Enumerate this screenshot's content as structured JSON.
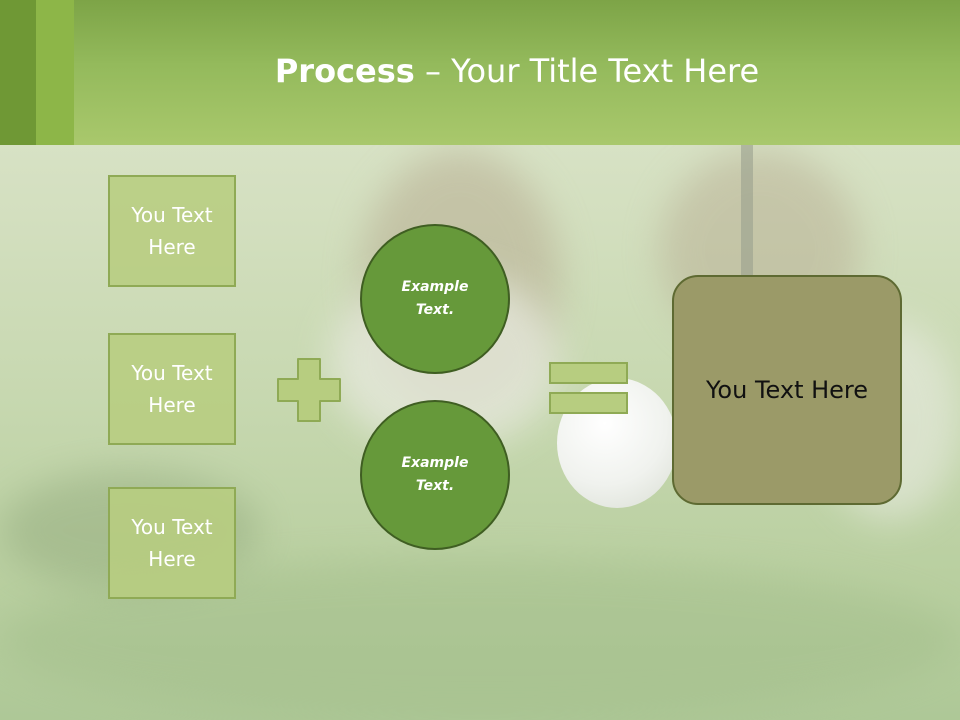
{
  "header": {
    "title_bold": "Process",
    "title_dash": " – ",
    "title_rest": "Your Title Text Here"
  },
  "left_boxes": [
    {
      "label": "You Text Here"
    },
    {
      "label": "You Text Here"
    },
    {
      "label": "You Text Here"
    }
  ],
  "circles": [
    {
      "label": "Example Text."
    },
    {
      "label": "Example Text."
    }
  ],
  "result": {
    "label": "You Text Here"
  },
  "icons": {
    "plus": "plus-icon",
    "equals": "equals-icon"
  },
  "colors": {
    "header": "#94ba5c",
    "box_fill": "#b7cd80",
    "circle_fill": "#66993a",
    "result_fill": "#9b9a68"
  }
}
